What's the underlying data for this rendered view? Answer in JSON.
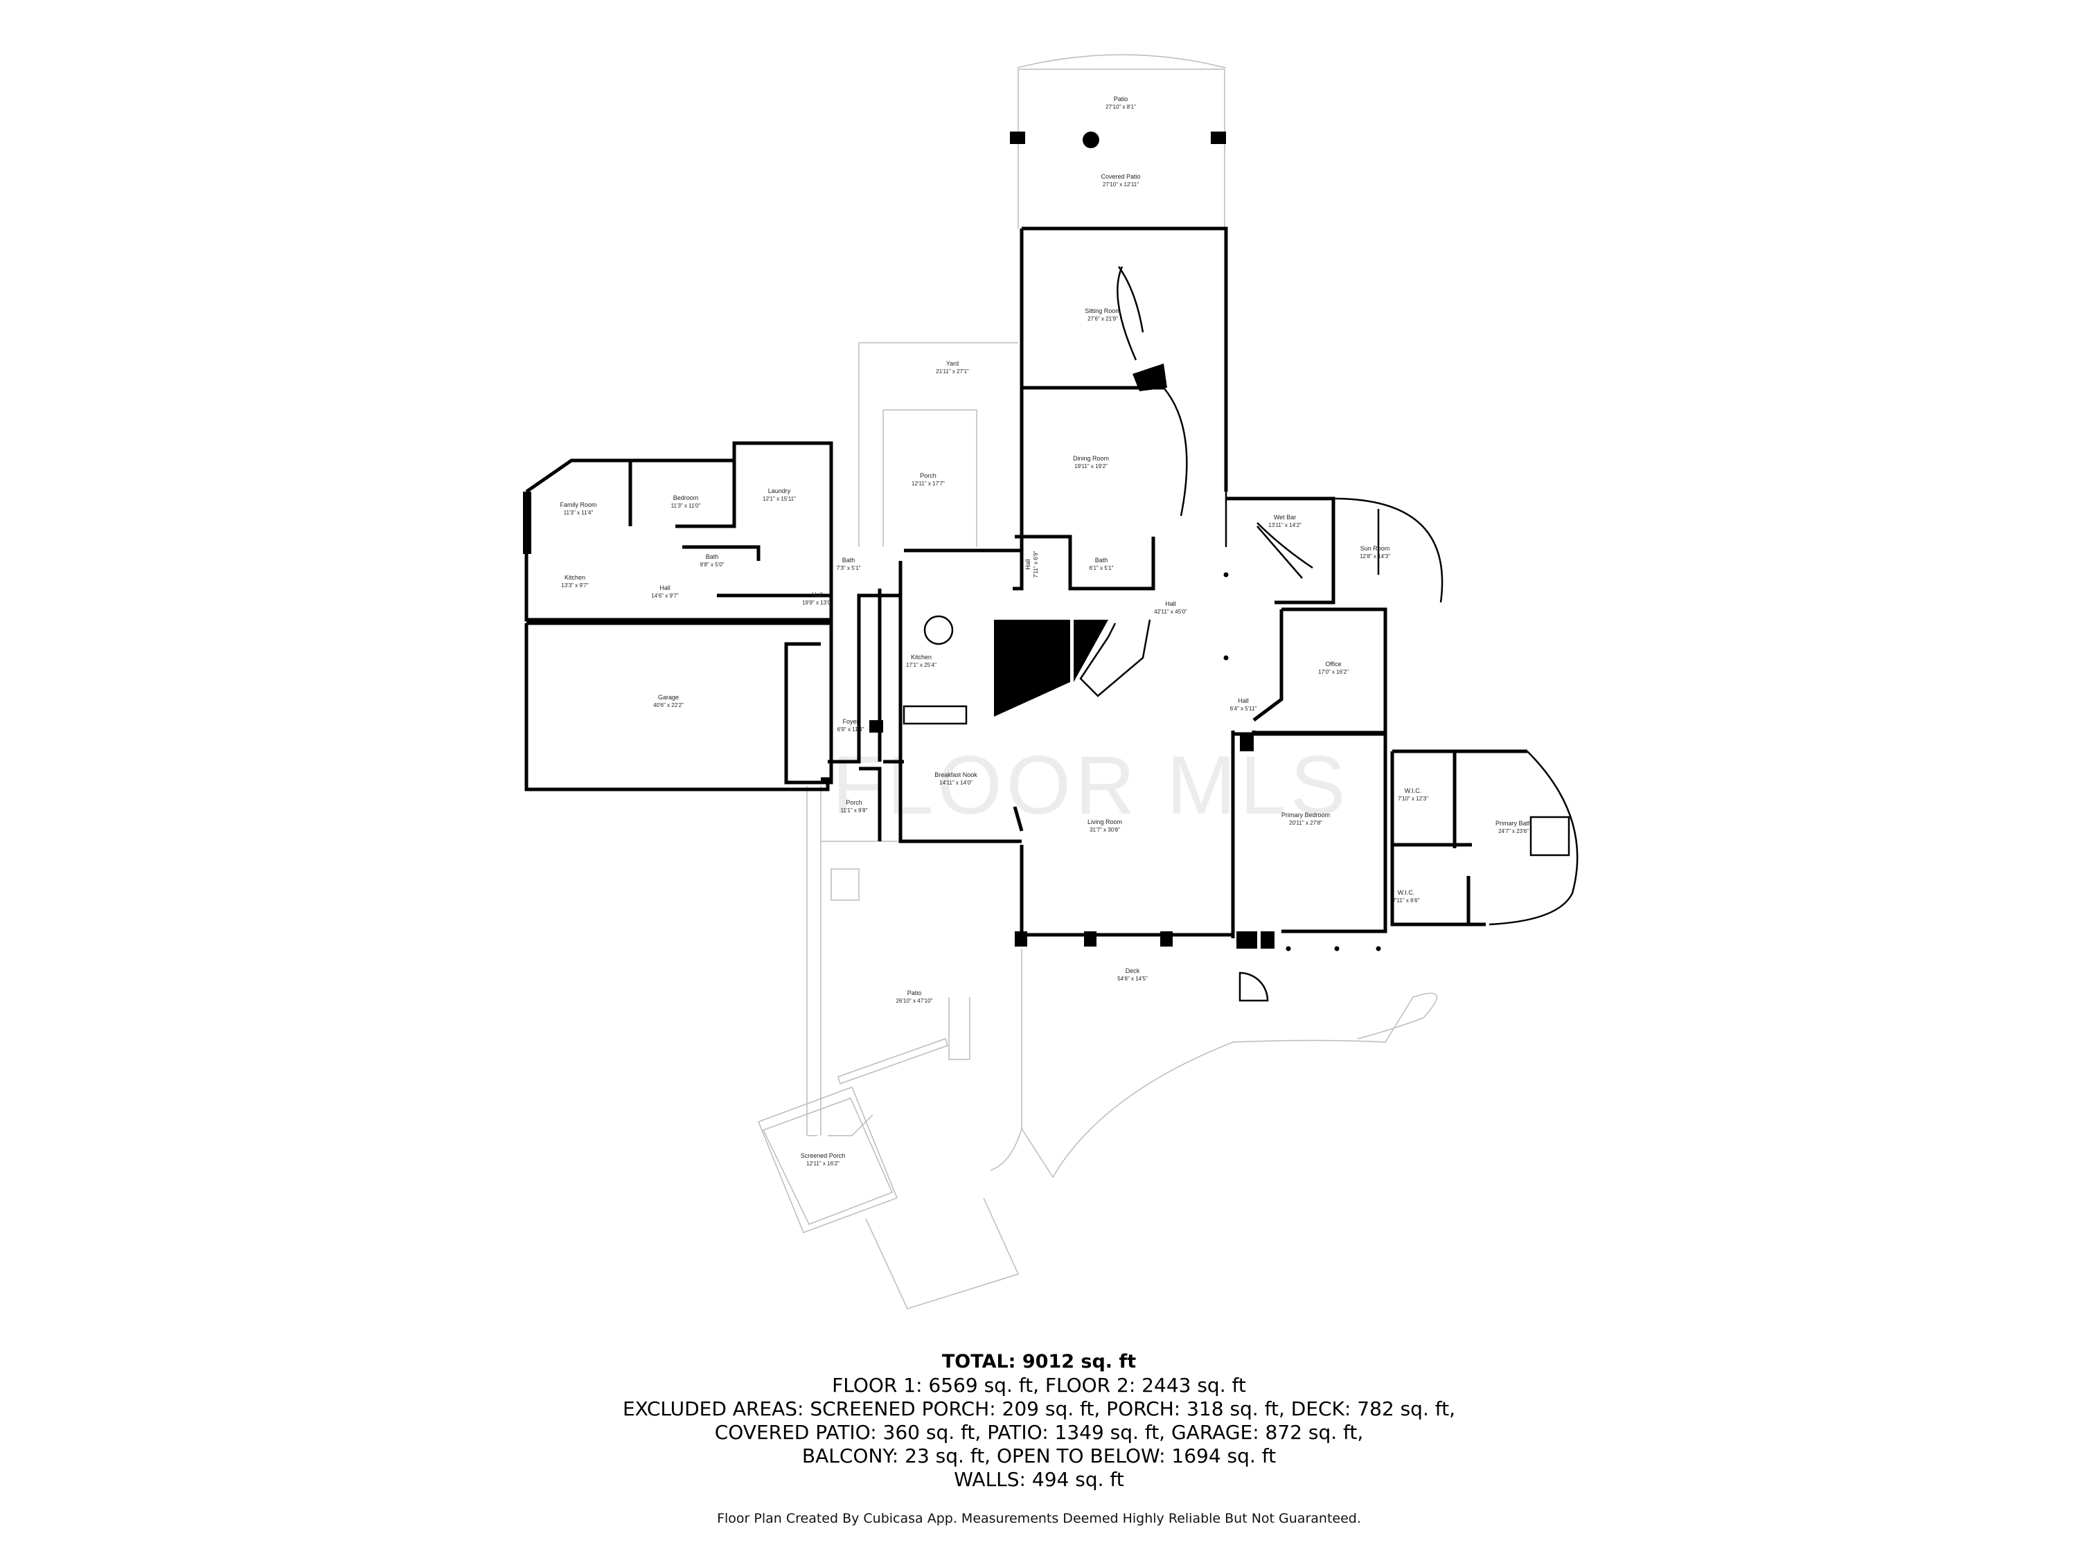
{
  "watermark": "FLOOR MLS",
  "rooms": [
    {
      "name": "Patio",
      "dims": "27'10\" x 8'1\""
    },
    {
      "name": "Covered Patio",
      "dims": "27'10\" x 12'11\""
    },
    {
      "name": "Sitting Room",
      "dims": "27'6\" x 21'9\""
    },
    {
      "name": "Yard",
      "dims": "21'11\" x 27'1\""
    },
    {
      "name": "Porch",
      "dims": "12'11\" x 17'7\""
    },
    {
      "name": "Dining Room",
      "dims": "19'11\" x 19'2\""
    },
    {
      "name": "Family Room",
      "dims": "11'3\" x 11'4\""
    },
    {
      "name": "Bedroom",
      "dims": "11'3\" x 11'0\""
    },
    {
      "name": "Laundry",
      "dims": "12'1\" x 15'11\""
    },
    {
      "name": "Wet Bar",
      "dims": "13'11\" x 14'2\""
    },
    {
      "name": "Sun Room",
      "dims": "12'8\" x 14'3\""
    },
    {
      "name": "Bath",
      "dims": "9'8\" x 5'0\""
    },
    {
      "name": "Bath",
      "dims": "7'3\" x 5'1\""
    },
    {
      "name": "Hall",
      "dims": "7'11\" x 6'9\""
    },
    {
      "name": "Bath",
      "dims": "6'1\" x 5'1\""
    },
    {
      "name": "Kitchen",
      "dims": "13'3\" x 9'7\""
    },
    {
      "name": "Hall",
      "dims": "14'6\" x 9'7\""
    },
    {
      "name": "Hall",
      "dims": "19'9\" x 13'0\""
    },
    {
      "name": "Hall",
      "dims": "42'11\" x 45'0\""
    },
    {
      "name": "Kitchen",
      "dims": "17'1\" x 25'4\""
    },
    {
      "name": "Office",
      "dims": "17'0\" x 16'2\""
    },
    {
      "name": "Garage",
      "dims": "40'6\" x 22'2\""
    },
    {
      "name": "Hall",
      "dims": "6'4\" x 5'11\""
    },
    {
      "name": "Foyer",
      "dims": "6'9\" x 11'4\""
    },
    {
      "name": "Breakfast Nook",
      "dims": "14'11\" x 14'0\""
    },
    {
      "name": "W.I.C.",
      "dims": "7'10\" x 12'3\""
    },
    {
      "name": "Primary Bedroom",
      "dims": "20'11\" x 27'8\""
    },
    {
      "name": "Primary Bath",
      "dims": "24'7\" x 23'6\""
    },
    {
      "name": "Porch",
      "dims": "11'1\" x 9'8\""
    },
    {
      "name": "Living Room",
      "dims": "31'7\" x 30'8\""
    },
    {
      "name": "W.I.C.",
      "dims": "7'11\" x 6'6\""
    },
    {
      "name": "Deck",
      "dims": "54'6\" x 14'5\""
    },
    {
      "name": "Patio",
      "dims": "26'10\" x 47'10\""
    },
    {
      "name": "Screened Porch",
      "dims": "12'11\" x 16'2\""
    }
  ],
  "totals": {
    "total": "TOTAL: 9012 sq. ft",
    "line1": "FLOOR 1: 6569 sq. ft, FLOOR 2: 2443 sq. ft",
    "line2": "EXCLUDED AREAS: SCREENED PORCH: 209 sq. ft, PORCH: 318 sq. ft, DECK: 782 sq. ft,",
    "line3": "COVERED PATIO: 360 sq. ft, PATIO: 1349 sq. ft, GARAGE: 872 sq. ft,",
    "line4": "BALCONY: 23 sq. ft, OPEN TO BELOW: 1694 sq. ft",
    "line5": "WALLS: 494 sq. ft"
  },
  "disclaimer": "Floor Plan Created By Cubicasa App. Measurements Deemed Highly Reliable But Not Guaranteed."
}
